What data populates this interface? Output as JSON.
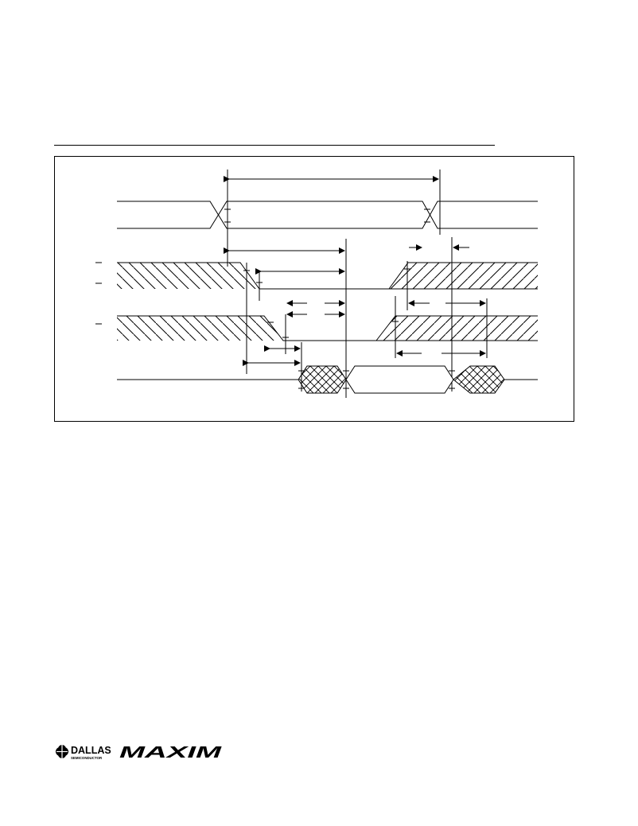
{
  "page": {
    "has_title_rule": true
  },
  "diagram": {
    "signals": [
      {
        "id": "address",
        "type": "bus"
      },
      {
        "id": "ce-bar",
        "overbar": true
      },
      {
        "id": "oe-bar",
        "overbar": true
      },
      {
        "id": "we-bar",
        "overbar": true
      },
      {
        "id": "data-out",
        "type": "bus-tristate"
      }
    ],
    "colors": {
      "ink": "#000000",
      "background": "#ffffff"
    }
  },
  "logo": {
    "dallas_text": "DALLAS",
    "dallas_subtext": "SEMICONDUCTOR",
    "maxim_text": "MAXIM",
    "icon": "dallas-logo-icon"
  }
}
